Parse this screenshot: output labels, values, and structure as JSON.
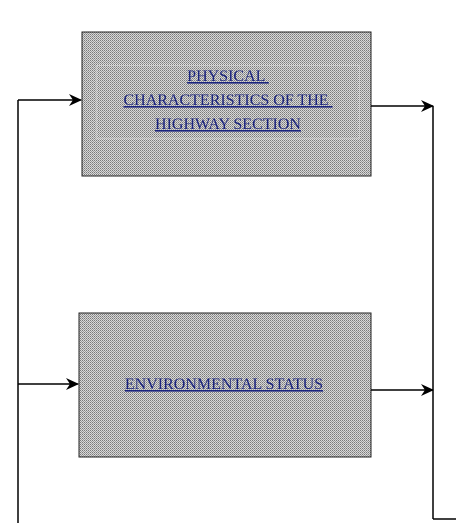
{
  "boxes": [
    {
      "id": "physical",
      "lines": [
        "PHYSICAL",
        "CHARACTERISTICS OF THE",
        "HIGHWAY SECTION"
      ]
    },
    {
      "id": "environmental",
      "lines": [
        "ENVIRONMENTAL STATUS"
      ]
    }
  ],
  "colors": {
    "box_fill_dot": "#7a7a7a",
    "box_fill_base": "#dcdcdc",
    "text": "#1a237e",
    "line": "#000000"
  }
}
